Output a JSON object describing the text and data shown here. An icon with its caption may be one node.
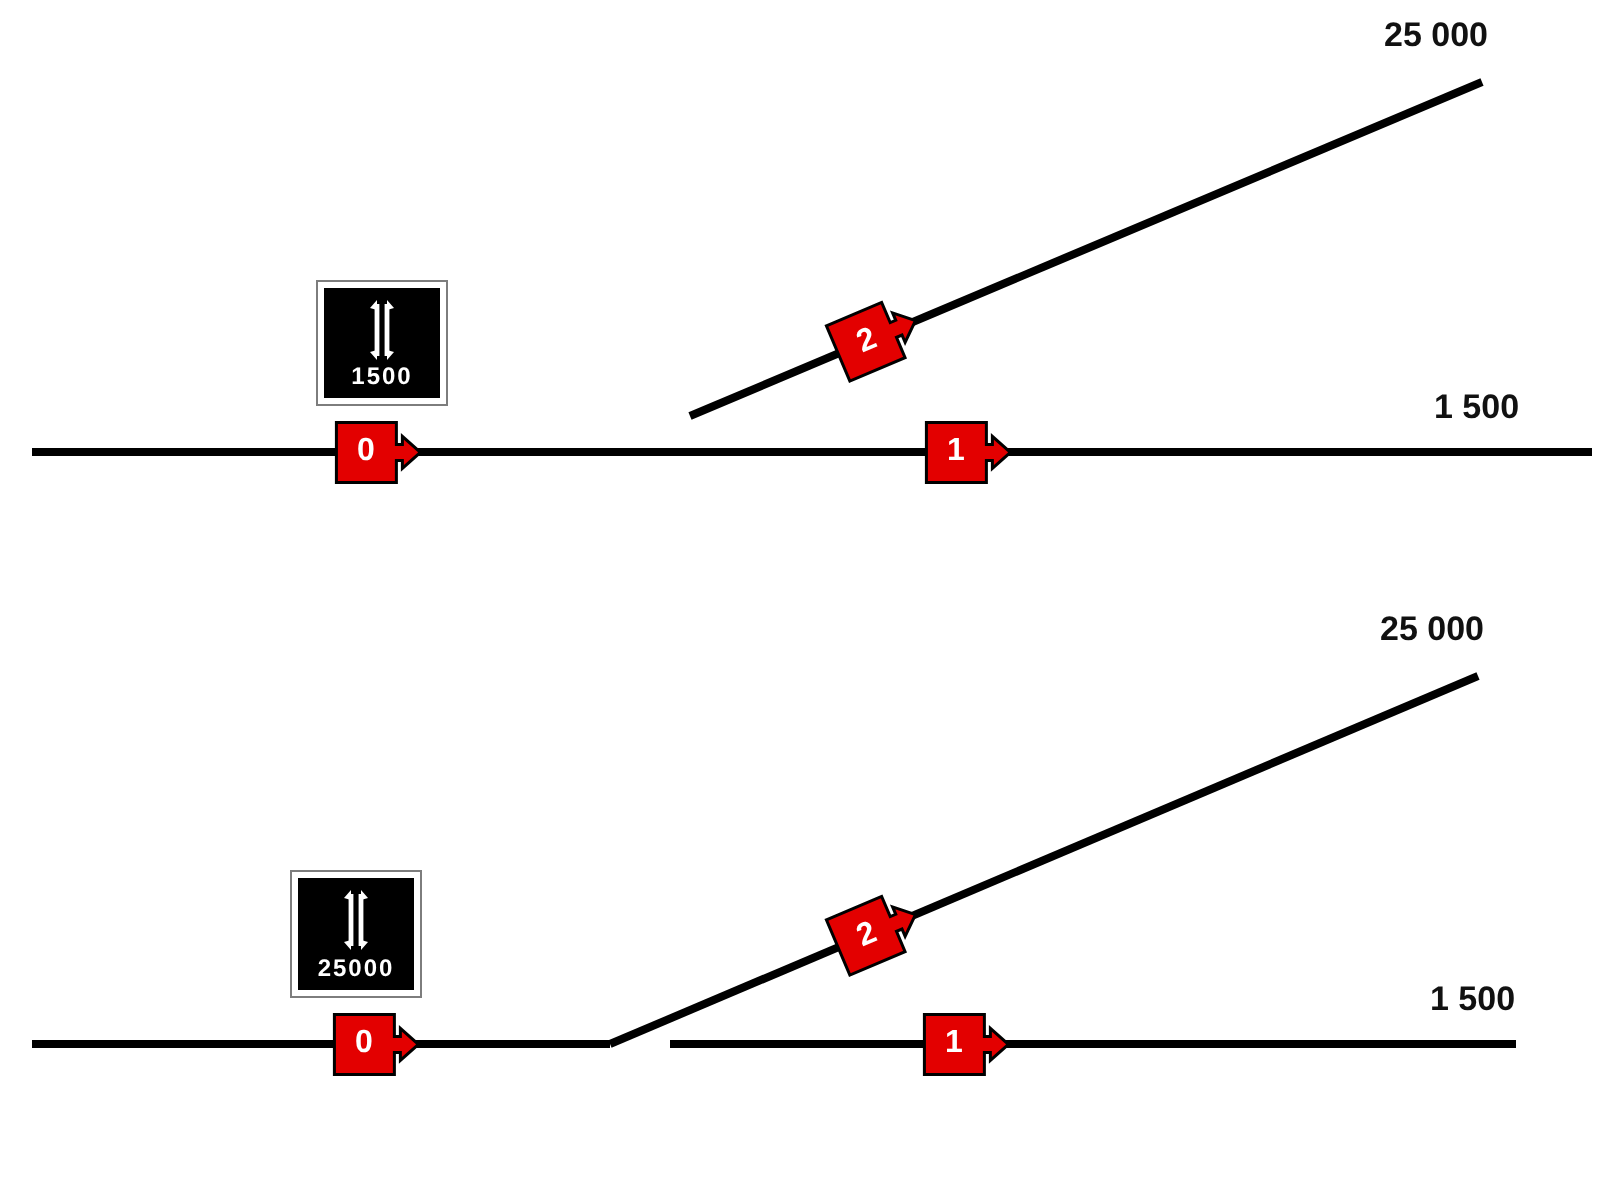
{
  "diagram": {
    "nodes": [
      {
        "text": [
          "1500"
        ]
      },
      {
        "text": [
          "2"
        ]
      },
      {
        "text": [
          "0"
        ]
      },
      {
        "text": [
          "1"
        ]
      },
      {
        "text": [
          "25000"
        ]
      },
      {
        "text": [
          "2"
        ]
      },
      {
        "text": [
          "0"
        ]
      },
      {
        "text": [
          "1"
        ]
      }
    ],
    "labels": [
      "25 000",
      "1 500",
      "25 000",
      "1 500"
    ]
  }
}
